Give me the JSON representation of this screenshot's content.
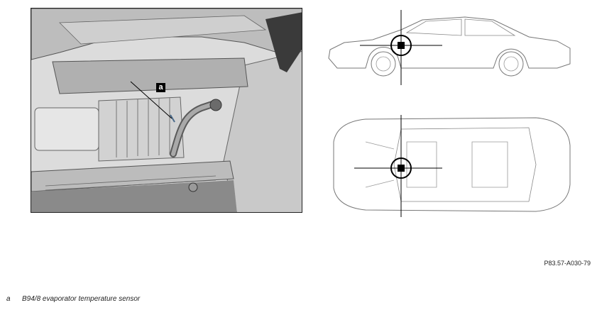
{
  "detail_view": {
    "callout_letter": "a"
  },
  "figure_code": "P83.57-A030-79",
  "legend": {
    "key": "a",
    "text": "B94/8 evaporator temperature sensor"
  }
}
